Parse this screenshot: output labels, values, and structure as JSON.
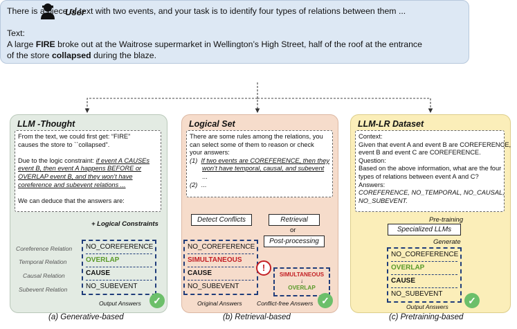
{
  "user": {
    "label": "User",
    "instruction": "There is a piece of text with two events, and your task is to identify four types of relations between them ...",
    "text_label": "Text:",
    "sentence_a": "A large ",
    "event1": "FIRE",
    "sentence_b": " broke out at the Waitrose supermarket in Wellington’s High Street, half of the roof at the entrance",
    "sentence_c": "of the store ",
    "event2": "collapsed",
    "sentence_d": " during the blaze."
  },
  "panel1": {
    "title": "LLM -Thought",
    "lines": [
      "From the text, we could first get: “FIRE”",
      "causes the store to ``collapsed”.",
      "Due to the logic constraint: ",
      "if event A CAUSEs",
      "event B, then event A happens BEFORE or",
      "OVERLAP event B, and they won’t have",
      "coreference and subevent relations ...",
      "We can deduce that the answers are:"
    ],
    "constraint_label": "+ Logical Constraints",
    "relations": [
      "Coreference Relation",
      "Temporal Relation",
      "Causal Relation",
      "Subevent Relation"
    ],
    "answers": [
      "NO_COREFERENCE",
      "OVERLAP",
      "CAUSE",
      "NO_SUBEVENT"
    ],
    "output_label": "Output Answers",
    "caption": "(a) Generative-based"
  },
  "panel2": {
    "title": "Logical Set",
    "lines": [
      "There are some rules among the relations, you",
      "can select some of them to reason or check",
      "your answers:",
      "(1)",
      "If two events are COREFERENCE, then they",
      "won’t have temporal, causal, and subevent",
      "...",
      "(2)",
      "..."
    ],
    "detect_label": "Detect Conflicts",
    "retrieval_label": "Retrieval",
    "or_label": "or",
    "post_label": "Post-processing",
    "answers": [
      "NO_COREFERENCE",
      "SIMULTANEOUS",
      "CAUSE",
      "NO_SUBEVENT"
    ],
    "fixed_top": "SIMULTANEOUS",
    "fixed_arrow": "↓",
    "fixed_bottom": "OVERLAP",
    "alert": "!",
    "original_label": "Original Answers",
    "conflict_free_label": "Conflict-free Answers",
    "caption": "(b) Retrieval-based"
  },
  "panel3": {
    "title": "LLM-LR Dataset",
    "lines": [
      "Context:",
      "Given that event A and event B are COREFERENCE,",
      "event B and event C are COREFERENCE.",
      "Question:",
      "Based on the above information, what are the four",
      "types of relations between event A and C?",
      "Answers:",
      "COREFERENCE, NO_TEMPORAL, NO_CAUSAL,",
      "NO_SUBEVENT."
    ],
    "pretraining_label": "Pre-training",
    "llms_label": "Specialized LLMs",
    "generate_label": "Generate",
    "answers": [
      "NO_COREFERENCE",
      "OVERLAP",
      "CAUSE",
      "NO_SUBEVENT"
    ],
    "output_label": "Output Answers",
    "caption": "(c) Pretraining-based"
  },
  "icons": {
    "check": "✓"
  }
}
